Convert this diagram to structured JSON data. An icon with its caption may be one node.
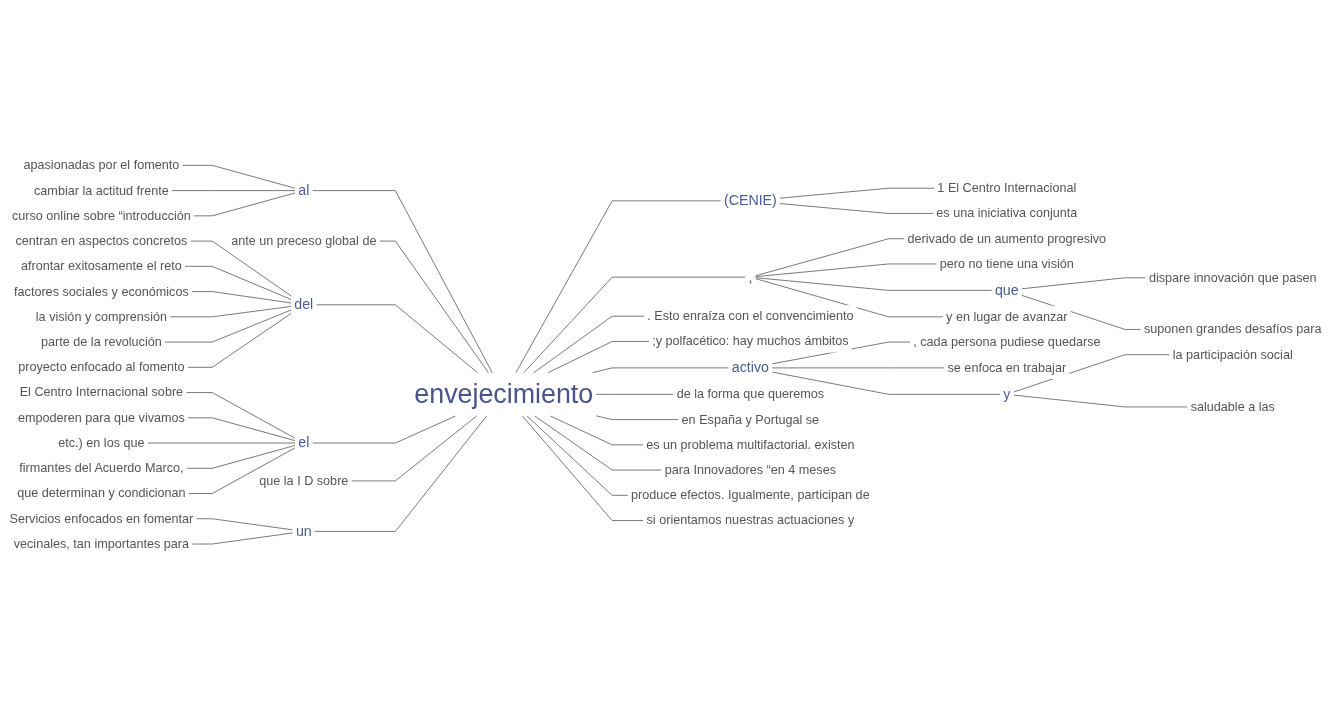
{
  "diagram": {
    "nodes": [
      {
        "text": [
          "envejecimiento"
        ]
      },
      {
        "text": [
          "al"
        ]
      },
      {
        "text": [
          "apasionadas por el fomento"
        ]
      },
      {
        "text": [
          "cambiar la actitud frente"
        ]
      },
      {
        "text": [
          "curso online sobre “introducción"
        ]
      },
      {
        "text": [
          "ante un preceso global de"
        ]
      },
      {
        "text": [
          "del"
        ]
      },
      {
        "text": [
          "centran en aspectos concretos"
        ]
      },
      {
        "text": [
          "afrontar exitosamente el reto"
        ]
      },
      {
        "text": [
          "factores sociales y económicos"
        ]
      },
      {
        "text": [
          "la visión y comprensión"
        ]
      },
      {
        "text": [
          "parte de la revolución"
        ]
      },
      {
        "text": [
          "proyecto enfocado al fomento"
        ]
      },
      {
        "text": [
          "el"
        ]
      },
      {
        "text": [
          "El Centro Internacional sobre"
        ]
      },
      {
        "text": [
          "empoderen para que vivamos"
        ]
      },
      {
        "text": [
          "etc.) en los que"
        ]
      },
      {
        "text": [
          "firmantes del Acuerdo Marco,"
        ]
      },
      {
        "text": [
          "que determinan y condicionan"
        ]
      },
      {
        "text": [
          "que la I D sobre"
        ]
      },
      {
        "text": [
          "un"
        ]
      },
      {
        "text": [
          "Servicios enfocados en fomentar"
        ]
      },
      {
        "text": [
          "vecinales, tan importantes para"
        ]
      },
      {
        "text": [
          "(CENIE)"
        ]
      },
      {
        "text": [
          "1 El Centro Internacional"
        ]
      },
      {
        "text": [
          "es una iniciativa conjunta"
        ]
      },
      {
        "text": [
          ","
        ]
      },
      {
        "text": [
          "derivado de un aumento progresivo"
        ]
      },
      {
        "text": [
          "pero no tiene una visión"
        ]
      },
      {
        "text": [
          "que"
        ]
      },
      {
        "text": [
          "dispare innovación que pasen"
        ]
      },
      {
        "text": [
          "suponen grandes desafíos para"
        ]
      },
      {
        "text": [
          "y en lugar de avanzar"
        ]
      },
      {
        "text": [
          ". Esto enraíza con el convencimiento"
        ]
      },
      {
        "text": [
          ";y polfacético: hay muchos ámbitos"
        ]
      },
      {
        "text": [
          "activo"
        ]
      },
      {
        "text": [
          ", cada persona pudiese quedarse"
        ]
      },
      {
        "text": [
          "se enfoca en trabajar"
        ]
      },
      {
        "text": [
          "y"
        ]
      },
      {
        "text": [
          "la participación social"
        ]
      },
      {
        "text": [
          "saludable a las"
        ]
      },
      {
        "text": [
          "de la forma que queremos"
        ]
      },
      {
        "text": [
          "en España y Portugal se"
        ]
      },
      {
        "text": [
          "es un problema multifactorial. existen"
        ]
      },
      {
        "text": [
          "para Innovadores “en 4 meses"
        ]
      },
      {
        "text": [
          "produce efectos. Igualmente, participan de"
        ]
      },
      {
        "text": [
          "si orientamos nuestras actuaciones y"
        ]
      }
    ],
    "edges": [
      {
        "from": 2,
        "to": 1,
        "arrow": "none"
      },
      {
        "from": 3,
        "to": 1,
        "arrow": "none"
      },
      {
        "from": 4,
        "to": 1,
        "arrow": "none"
      },
      {
        "from": 1,
        "to": 0,
        "arrow": "none"
      },
      {
        "from": 5,
        "to": 0,
        "arrow": "none"
      },
      {
        "from": 7,
        "to": 6,
        "arrow": "none"
      },
      {
        "from": 8,
        "to": 6,
        "arrow": "none"
      },
      {
        "from": 9,
        "to": 6,
        "arrow": "none"
      },
      {
        "from": 10,
        "to": 6,
        "arrow": "none"
      },
      {
        "from": 11,
        "to": 6,
        "arrow": "none"
      },
      {
        "from": 12,
        "to": 6,
        "arrow": "none"
      },
      {
        "from": 6,
        "to": 0,
        "arrow": "none"
      },
      {
        "from": 14,
        "to": 13,
        "arrow": "none"
      },
      {
        "from": 15,
        "to": 13,
        "arrow": "none"
      },
      {
        "from": 16,
        "to": 13,
        "arrow": "none"
      },
      {
        "from": 17,
        "to": 13,
        "arrow": "none"
      },
      {
        "from": 18,
        "to": 13,
        "arrow": "none"
      },
      {
        "from": 13,
        "to": 0,
        "arrow": "none"
      },
      {
        "from": 19,
        "to": 0,
        "arrow": "none"
      },
      {
        "from": 21,
        "to": 20,
        "arrow": "none"
      },
      {
        "from": 22,
        "to": 20,
        "arrow": "none"
      },
      {
        "from": 20,
        "to": 0,
        "arrow": "none"
      },
      {
        "from": 0,
        "to": 23,
        "arrow": "none"
      },
      {
        "from": 23,
        "to": 24,
        "arrow": "none"
      },
      {
        "from": 23,
        "to": 25,
        "arrow": "none"
      },
      {
        "from": 0,
        "to": 26,
        "arrow": "none"
      },
      {
        "from": 26,
        "to": 27,
        "arrow": "none"
      },
      {
        "from": 26,
        "to": 28,
        "arrow": "none"
      },
      {
        "from": 26,
        "to": 29,
        "arrow": "none"
      },
      {
        "from": 29,
        "to": 30,
        "arrow": "none"
      },
      {
        "from": 29,
        "to": 31,
        "arrow": "none"
      },
      {
        "from": 26,
        "to": 32,
        "arrow": "none"
      },
      {
        "from": 0,
        "to": 33,
        "arrow": "none"
      },
      {
        "from": 0,
        "to": 34,
        "arrow": "none"
      },
      {
        "from": 0,
        "to": 35,
        "arrow": "none"
      },
      {
        "from": 35,
        "to": 36,
        "arrow": "none"
      },
      {
        "from": 35,
        "to": 37,
        "arrow": "none"
      },
      {
        "from": 35,
        "to": 38,
        "arrow": "none"
      },
      {
        "from": 38,
        "to": 39,
        "arrow": "none"
      },
      {
        "from": 38,
        "to": 40,
        "arrow": "none"
      },
      {
        "from": 0,
        "to": 41,
        "arrow": "none"
      },
      {
        "from": 0,
        "to": 42,
        "arrow": "none"
      },
      {
        "from": 0,
        "to": 43,
        "arrow": "none"
      },
      {
        "from": 0,
        "to": 44,
        "arrow": "none"
      },
      {
        "from": 0,
        "to": 45,
        "arrow": "none"
      },
      {
        "from": 0,
        "to": 46,
        "arrow": "none"
      }
    ]
  }
}
